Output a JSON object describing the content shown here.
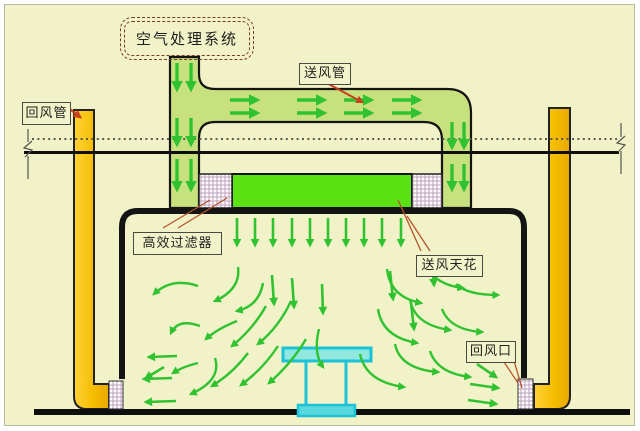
{
  "labels": {
    "ahu": "空气处理系统",
    "return_duct": "回风管",
    "supply_duct": "送风管",
    "hepa_filter": "高效过滤器",
    "supply_ceiling": "送风天花",
    "return_opening": "回风口"
  },
  "colors": {
    "background": "#F2F2C8",
    "duct_green": "#C7E17E",
    "plenum_green": "#5CE214",
    "flow_arrow_green": "#31C231",
    "return_duct_yellow": "#F6BE00",
    "leader_red": "#C8401E",
    "leader_brown": "#B5542C",
    "outline_black": "#141414",
    "table_cyan": "#1CC3D8"
  },
  "flow": {
    "curved": [
      [
        197,
        285,
        171,
        276,
        153,
        293
      ],
      [
        237,
        266,
        240,
        288,
        214,
        300
      ],
      [
        262,
        282,
        258,
        305,
        236,
        310
      ],
      [
        199,
        325,
        177,
        317,
        170,
        332
      ],
      [
        236,
        320,
        216,
        328,
        205,
        338
      ],
      [
        265,
        305,
        252,
        328,
        231,
        345
      ],
      [
        290,
        300,
        278,
        326,
        257,
        343
      ],
      [
        214,
        357,
        221,
        379,
        190,
        393
      ],
      [
        247,
        352,
        232,
        372,
        211,
        385
      ],
      [
        277,
        345,
        262,
        368,
        240,
        384
      ],
      [
        305,
        338,
        291,
        362,
        268,
        382
      ],
      [
        197,
        362,
        181,
        366,
        172,
        372
      ],
      [
        318,
        328,
        312,
        352,
        322,
        366
      ],
      [
        386,
        268,
        389,
        296,
        420,
        302
      ],
      [
        424,
        258,
        429,
        283,
        462,
        287
      ],
      [
        455,
        283,
        466,
        294,
        497,
        294
      ],
      [
        409,
        298,
        413,
        324,
        449,
        329
      ],
      [
        377,
        308,
        381,
        336,
        416,
        342
      ],
      [
        441,
        308,
        449,
        329,
        481,
        331
      ],
      [
        394,
        343,
        399,
        368,
        437,
        371
      ],
      [
        429,
        350,
        436,
        372,
        469,
        376
      ],
      [
        359,
        353,
        365,
        381,
        403,
        386
      ]
    ],
    "straight": [
      [
        236,
        217,
        236,
        244
      ],
      [
        254,
        217,
        254,
        244
      ],
      [
        272,
        217,
        272,
        244
      ],
      [
        291,
        217,
        291,
        244
      ],
      [
        309,
        217,
        309,
        244
      ],
      [
        327,
        217,
        327,
        244
      ],
      [
        345,
        217,
        345,
        244
      ],
      [
        363,
        217,
        363,
        244
      ],
      [
        381,
        217,
        381,
        244
      ],
      [
        400,
        217,
        400,
        244
      ],
      [
        271,
        274,
        273,
        303
      ],
      [
        291,
        277,
        293,
        306
      ],
      [
        321,
        283,
        322,
        312
      ],
      [
        389,
        270,
        392,
        298
      ],
      [
        431,
        258,
        433,
        284
      ],
      [
        410,
        302,
        413,
        328
      ],
      [
        176,
        355,
        148,
        356
      ],
      [
        171,
        377,
        143,
        378
      ],
      [
        175,
        400,
        145,
        401
      ],
      [
        163,
        366,
        145,
        377
      ],
      [
        469,
        383,
        497,
        387
      ],
      [
        467,
        399,
        495,
        403
      ],
      [
        476,
        363,
        495,
        376
      ]
    ],
    "duct_down": [
      [
        176,
        62,
        88
      ],
      [
        190,
        62,
        88
      ],
      [
        176,
        117,
        143
      ],
      [
        190,
        117,
        143
      ],
      [
        176,
        158,
        188
      ],
      [
        190,
        158,
        188
      ],
      [
        451,
        121,
        146
      ],
      [
        463,
        121,
        146
      ],
      [
        451,
        163,
        188
      ],
      [
        463,
        163,
        188
      ]
    ],
    "duct_right": [
      [
        229,
        256,
        99
      ],
      [
        229,
        256,
        112
      ],
      [
        296,
        323,
        99
      ],
      [
        296,
        323,
        112
      ],
      [
        343,
        370,
        99
      ],
      [
        343,
        370,
        112
      ],
      [
        391,
        418,
        99
      ],
      [
        391,
        418,
        112
      ]
    ]
  }
}
